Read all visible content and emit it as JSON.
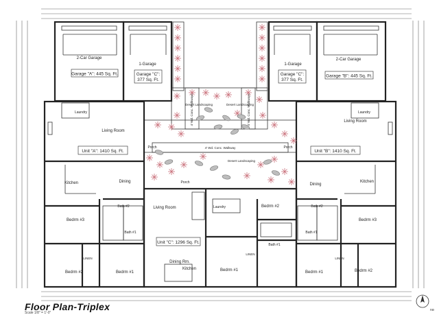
{
  "title": "Floor Plan-Triplex",
  "scale": "Scale 1/8\" = 1'-0\"",
  "north_label": "north",
  "garages": {
    "a_title": "2-Car Garage",
    "a_area": "Garage \"A\": 445 Sq. Ft.",
    "c_left_title": "1-Garage",
    "c_left_area_1": "Garage \"C\":",
    "c_left_area_2": "377 Sq. Ft.",
    "c_right_title": "1-Garage",
    "c_right_area_1": "Garage \"C\":",
    "c_right_area_2": "377 Sq. Ft.",
    "b_title": "2-Car Garage",
    "b_area": "Garage \"B\": 445 Sq. Ft."
  },
  "units": {
    "a": "Unit \"A\": 1410 Sq. Ft.",
    "b": "Unit \"B\": 1410 Sq. Ft.",
    "c": "Unit \"C\": 1296 Sq. Ft."
  },
  "rooms": {
    "living_room_a": "Living Room",
    "living_room_b": "Living Room",
    "living_room_c": "Living Room",
    "dining_a": "Dining",
    "dining_b": "Dining",
    "dining_c": "Dining Rm.",
    "kitchen_a": "Kitchen",
    "kitchen_b": "Kitchen",
    "kitchen_c": "Kitchen",
    "laundry_a": "Laundry",
    "laundry_b": "Laundry",
    "laundry_c": "Laundry",
    "porch_a": "Porch",
    "porch_b": "Porch",
    "porch_c": "Porch",
    "bath2_a": "Bath #2",
    "bath1_a": "Bath #1",
    "bath2_b": "Bath #2",
    "bath1_b": "Bath #1",
    "bath1_c": "Bath #1",
    "bedrm3_a": "Bedrm #3",
    "bedrm2_a": "Bedrm #2",
    "bedrm1_a": "Bedrm #1",
    "bedrm3_b": "Bedrm #3",
    "bedrm2_b": "Bedrm #2",
    "bedrm1_b": "Bedrm #1",
    "bedrm2_c": "Bedrm #2",
    "bedrm1_c": "Bedrm #1",
    "linen_a": "LINEN",
    "linen_b": "LINEN",
    "linen_c": "LINEN"
  },
  "landscape": {
    "desert_landscaping_1": "Desert Landscaping",
    "desert_landscaping_2": "Desert Landscaping",
    "desert_landscaping_3": "Desert Landscaping",
    "walkway_1": "4' Wd. Conc. Walkways",
    "walkway_2": "4' Wd. Conc. Walkways",
    "walkway_3": "4' Wd. Conc. Walkway"
  },
  "colors": {
    "line": "#222222",
    "plant": "#c9707a",
    "rock": "#7a7a7a",
    "paper": "#ffffff"
  }
}
